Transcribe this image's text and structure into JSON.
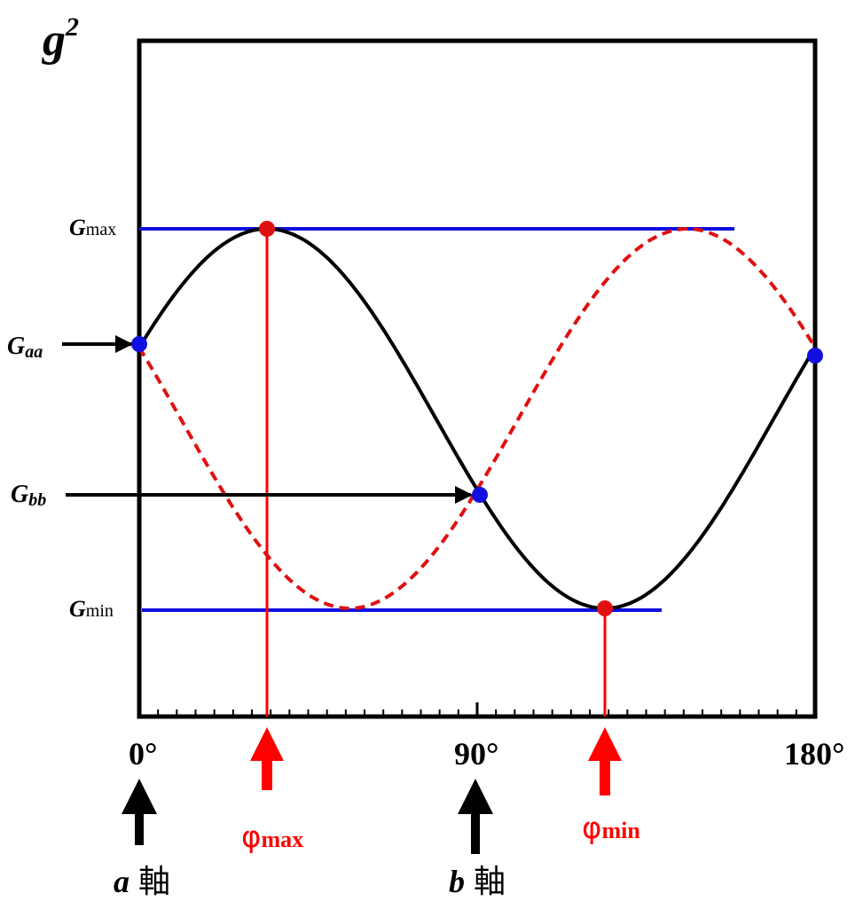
{
  "y_axis_label": {
    "base": "g",
    "exponent": "2"
  },
  "levels": {
    "g_max": {
      "symbol": "G",
      "subscript": "max"
    },
    "g_aa": {
      "symbol": "G",
      "subscript": "aa"
    },
    "g_bb": {
      "symbol": "G",
      "subscript": "bb"
    },
    "g_min": {
      "symbol": "G",
      "subscript": "min"
    }
  },
  "x_ticks": [
    "0°",
    "90°",
    "180°"
  ],
  "phi_labels": {
    "max": {
      "symbol": "φ",
      "subscript": "max"
    },
    "min": {
      "symbol": "φ",
      "subscript": "min"
    }
  },
  "axis_labels": {
    "a": {
      "letter": "a",
      "text": "軸"
    },
    "b": {
      "letter": "b",
      "text": "軸"
    }
  },
  "colors": {
    "frame": "#000000",
    "curve_solid": "#000000",
    "curve_dashed": "#e01010",
    "level_lines": "#1010e0",
    "points_blue": "#1010e0",
    "points_red": "#e01010",
    "phi_markers": "#ff0000",
    "arrows": "#000000"
  },
  "chart_data": {
    "type": "line",
    "x_unit": "degrees",
    "xlim": [
      0,
      180
    ],
    "x_ticks": [
      0,
      90,
      180
    ],
    "minor_tick_step": 5,
    "series": [
      {
        "style": "solid",
        "phi_max_deg": 34,
        "values_at": {
          "Gmax": 34,
          "Gmin": 124
        }
      },
      {
        "style": "dashed",
        "phi_max_deg": 146,
        "values_at": {
          "Gmax": 146,
          "Gmin": 56
        }
      }
    ],
    "levels": {
      "Gmax": 1.0,
      "Gaa": 0.7,
      "Gbb": 0.3,
      "Gmin": 0.0
    },
    "phi_max_deg": 34,
    "phi_min_deg": 124,
    "points": [
      {
        "name": "Gaa",
        "x": 0,
        "y": 0.7,
        "color": "blue"
      },
      {
        "name": "Gmax",
        "x": 34,
        "y": 1.0,
        "color": "red"
      },
      {
        "name": "Gbb",
        "x": 90,
        "y": 0.3,
        "color": "blue"
      },
      {
        "name": "Gmin",
        "x": 124,
        "y": 0.0,
        "color": "red"
      },
      {
        "name": "Gaa",
        "x": 180,
        "y": 0.7,
        "color": "blue"
      }
    ]
  }
}
